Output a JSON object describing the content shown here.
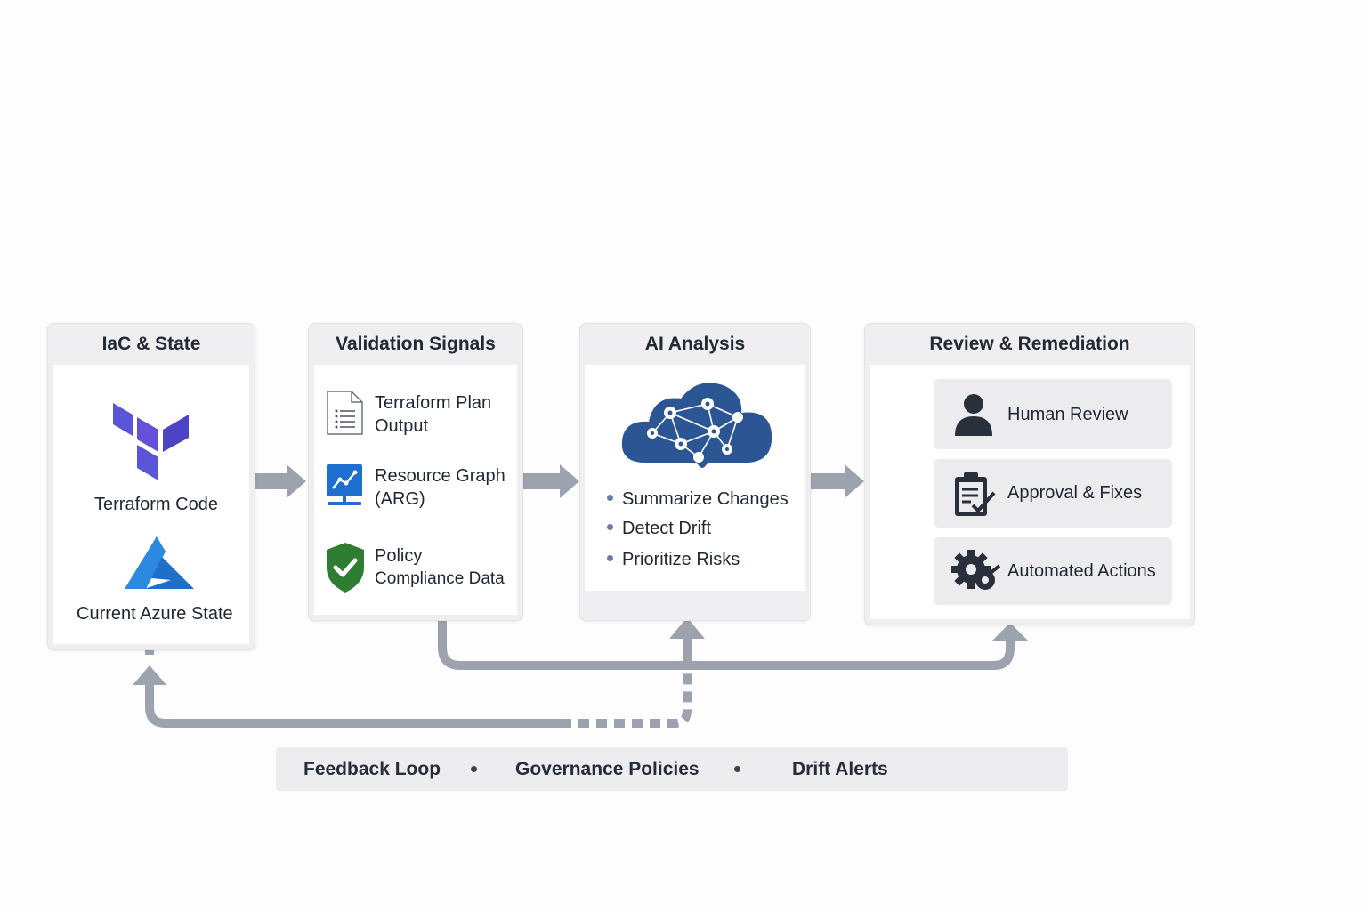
{
  "stages": [
    {
      "title": "IaC & State",
      "items": [
        {
          "icon": "terraform-logo-icon",
          "label": "Terraform Code"
        },
        {
          "icon": "azure-logo-icon",
          "label": "Current Azure State"
        }
      ]
    },
    {
      "title": "Validation Signals",
      "items": [
        {
          "icon": "document-list-icon",
          "label_line1": "Terraform Plan",
          "label_line2": "Output"
        },
        {
          "icon": "monitor-chart-icon",
          "label_line1": "Resource Graph",
          "label_line2": "(ARG)"
        },
        {
          "icon": "shield-check-icon",
          "label_line1": "Policy",
          "label_line2": "Compliance Data"
        }
      ]
    },
    {
      "title": "AI Analysis",
      "icon": "cloud-network-icon",
      "bullets": [
        "Summarize Changes",
        "Detect Drift",
        "Prioritize Risks"
      ]
    },
    {
      "title": "Review & Remediation",
      "items": [
        {
          "icon": "person-icon",
          "label": "Human Review"
        },
        {
          "icon": "clipboard-check-icon",
          "label": "Approval & Fixes"
        },
        {
          "icon": "gears-icon",
          "label": "Automated Actions"
        }
      ]
    }
  ],
  "footer": {
    "items": [
      "Feedback Loop",
      "Governance Policies",
      "Drift Alerts"
    ]
  },
  "colors": {
    "arrow": "#9aa2ae",
    "terraform": "#5c4ee5",
    "azure": "#1e7fd6",
    "policy": "#2f7d32",
    "cloud": "#2c5693",
    "icon_dark": "#2a303b"
  }
}
